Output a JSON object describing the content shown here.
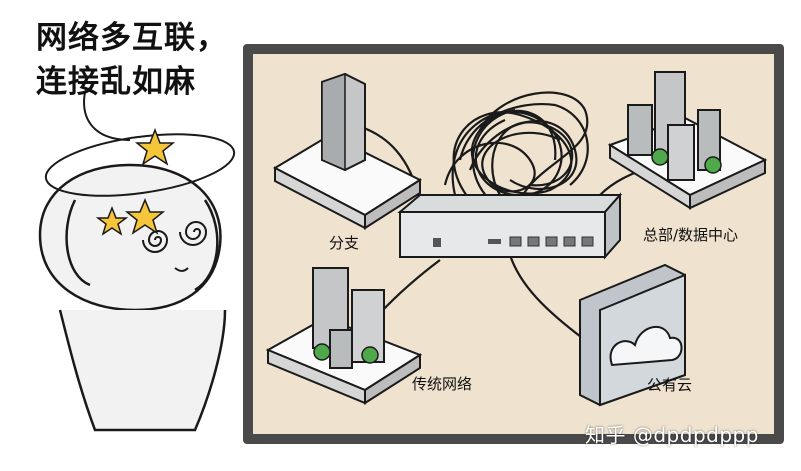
{
  "headline": {
    "line1": "网络多互联，",
    "line2": "连接乱如麻"
  },
  "labels": {
    "branch": "分支",
    "hq_datacenter": "总部/数据中心",
    "traditional_network": "传统网络",
    "public_cloud": "公有云"
  },
  "watermark": "知乎 @dpdpdppp",
  "colors": {
    "board_fill": "#efe3cf",
    "board_frame": "#4a4a4a",
    "star": "#f5c53a",
    "tree": "#4fa84a",
    "cloud_panel": "#c9d0d6",
    "building": "#b9bcbd"
  }
}
